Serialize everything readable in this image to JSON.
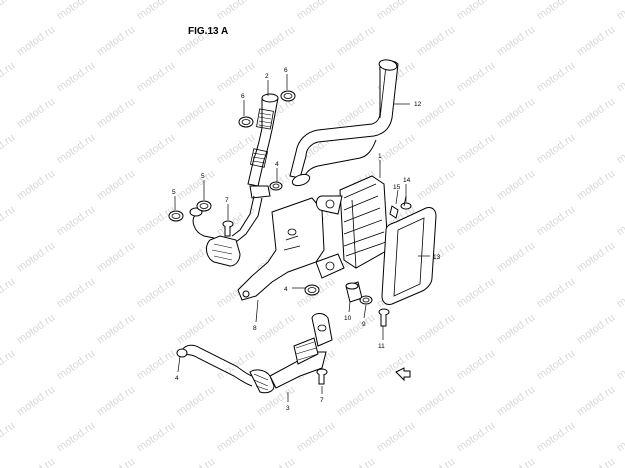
{
  "figure": {
    "title": "FIG.13 A"
  },
  "watermark": {
    "text": "motod.ru"
  },
  "callouts": [
    {
      "id": "c1",
      "label": "1"
    },
    {
      "id": "c2",
      "label": "2"
    },
    {
      "id": "c3",
      "label": "3"
    },
    {
      "id": "c4a",
      "label": "4"
    },
    {
      "id": "c4b",
      "label": "4"
    },
    {
      "id": "c4c",
      "label": "4"
    },
    {
      "id": "c5a",
      "label": "5"
    },
    {
      "id": "c5b",
      "label": "5"
    },
    {
      "id": "c6a",
      "label": "6"
    },
    {
      "id": "c6b",
      "label": "6"
    },
    {
      "id": "c7a",
      "label": "7"
    },
    {
      "id": "c7b",
      "label": "7"
    },
    {
      "id": "c8",
      "label": "8"
    },
    {
      "id": "c9",
      "label": "9"
    },
    {
      "id": "c10",
      "label": "10"
    },
    {
      "id": "c11",
      "label": "11"
    },
    {
      "id": "c12",
      "label": "12"
    },
    {
      "id": "c13",
      "label": "13"
    },
    {
      "id": "c14",
      "label": "14"
    },
    {
      "id": "c15",
      "label": "15"
    }
  ],
  "colors": {
    "ink": "#000000",
    "background": "#ffffff",
    "watermark": "#d9d9d9"
  }
}
